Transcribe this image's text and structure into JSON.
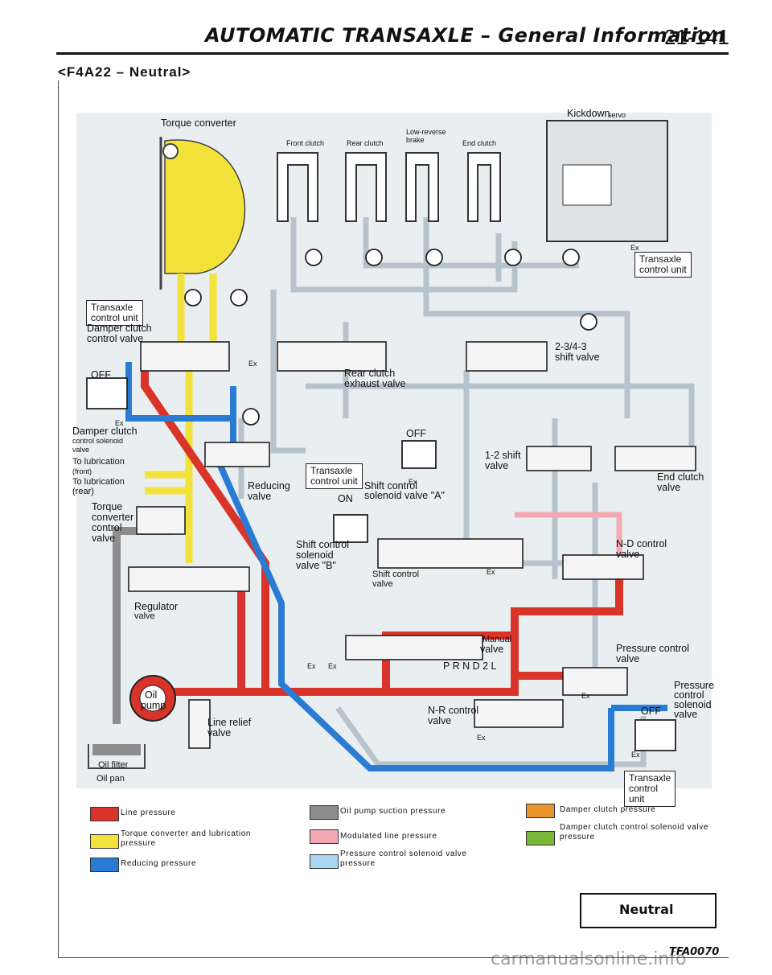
{
  "header": {
    "title": "AUTOMATIC TRANSAXLE – General Information",
    "page_number": "21-141"
  },
  "subtitle": "<F4A22 – Neutral>",
  "labels": {
    "torque_converter": "Torque converter",
    "front_clutch": "Front clutch",
    "rear_clutch": "Rear clutch",
    "low_reverse_brake_1": "Low-reverse",
    "low_reverse_brake_2": "brake",
    "end_clutch": "End clutch",
    "kickdown": "Kickdown",
    "servo": "servo",
    "tcu_top_1": "Transaxle",
    "tcu_top_2": "control unit",
    "tcu_left_1": "Transaxle",
    "tcu_left_2": "control unit",
    "damper_clutch_cv_1": "Damper clutch",
    "damper_clutch_cv_2": "control valve",
    "off_left": "OFF",
    "damper_clutch_sol_1": "Damper clutch",
    "damper_clutch_sol_2": "control solenoid",
    "damper_clutch_sol_3": "valve",
    "lub_front_1": "To lubrication",
    "lub_front_2": "(front)",
    "lub_rear_1": "To lubrication",
    "lub_rear_2": "(rear)",
    "tcc_valve_1": "Torque",
    "tcc_valve_2": "converter",
    "tcc_valve_3": "control",
    "tcc_valve_4": "valve",
    "regulator_1": "Regulator",
    "regulator_2": "valve",
    "oil_pump_1": "Oil",
    "oil_pump_2": "pump",
    "oil_filter": "Oil filter",
    "oil_pan": "Oil pan",
    "line_relief_1": "Line relief",
    "line_relief_2": "valve",
    "reducing_1": "Reducing",
    "reducing_2": "valve",
    "rear_clutch_exh_1": "Rear clutch",
    "rear_clutch_exh_2": "exhaust valve",
    "shift_23_1": "2-3/4-3",
    "shift_23_2": "shift valve",
    "off_mid": "OFF",
    "tcu_mid_1": "Transaxle",
    "tcu_mid_2": "control unit",
    "on_mid": "ON",
    "shift_sol_a_1": "Shift control",
    "shift_sol_a_2": "solenoid valve \"A\"",
    "shift_12_1": "1-2 shift",
    "shift_12_2": "valve",
    "end_clutch_valve_1": "End clutch",
    "end_clutch_valve_2": "valve",
    "shift_sol_b_1": "Shift control",
    "shift_sol_b_2": "solenoid",
    "shift_sol_b_3": "valve \"B\"",
    "shift_control_valve_1": "Shift control",
    "shift_control_valve_2": "valve",
    "nd_control_1": "N-D control",
    "nd_control_2": "valve",
    "manual_valve_1": "Manual",
    "manual_valve_2": "valve",
    "prnd2l": "P R N D 2 L",
    "pressure_control_1": "Pressure control",
    "pressure_control_2": "valve",
    "pcs_1": "Pressure",
    "pcs_2": "control",
    "pcs_3": "solenoid",
    "pcs_4": "valve",
    "off_right": "OFF",
    "nr_control_1": "N-R control",
    "nr_control_2": "valve",
    "tcu_br_1": "Transaxle",
    "tcu_br_2": "control",
    "tcu_br_3": "unit",
    "ex": "Ex"
  },
  "legend": [
    {
      "label": "Line pressure",
      "color": "#d8342a"
    },
    {
      "label": "Oil pump suction pressure",
      "color": "#8d8d8d"
    },
    {
      "label": "Damper clutch pressure",
      "color": "#e8942f"
    },
    {
      "label": "Torque converter and lubrication pressure",
      "color": "#f2e23a"
    },
    {
      "label": "Modulated line pressure",
      "color": "#f4a8b2"
    },
    {
      "label": "Damper clutch control solenoid valve pressure",
      "color": "#7ab83a"
    },
    {
      "label": "Reducing pressure",
      "color": "#2a7bd4"
    },
    {
      "label": "Pressure control solenoid valve pressure",
      "color": "#a9d6f2"
    }
  ],
  "colors": {
    "line": "#d8342a",
    "suction": "#8d8d8d",
    "lube": "#f2e23a",
    "reducing": "#2a7bd4",
    "modulated": "#f4a8b2",
    "pcs": "#a9d6f2",
    "pipe": "#b9c2c9"
  },
  "footer": {
    "mode": "Neutral",
    "figure_code": "TFA0070",
    "watermark": "carmanualsonline.info"
  }
}
